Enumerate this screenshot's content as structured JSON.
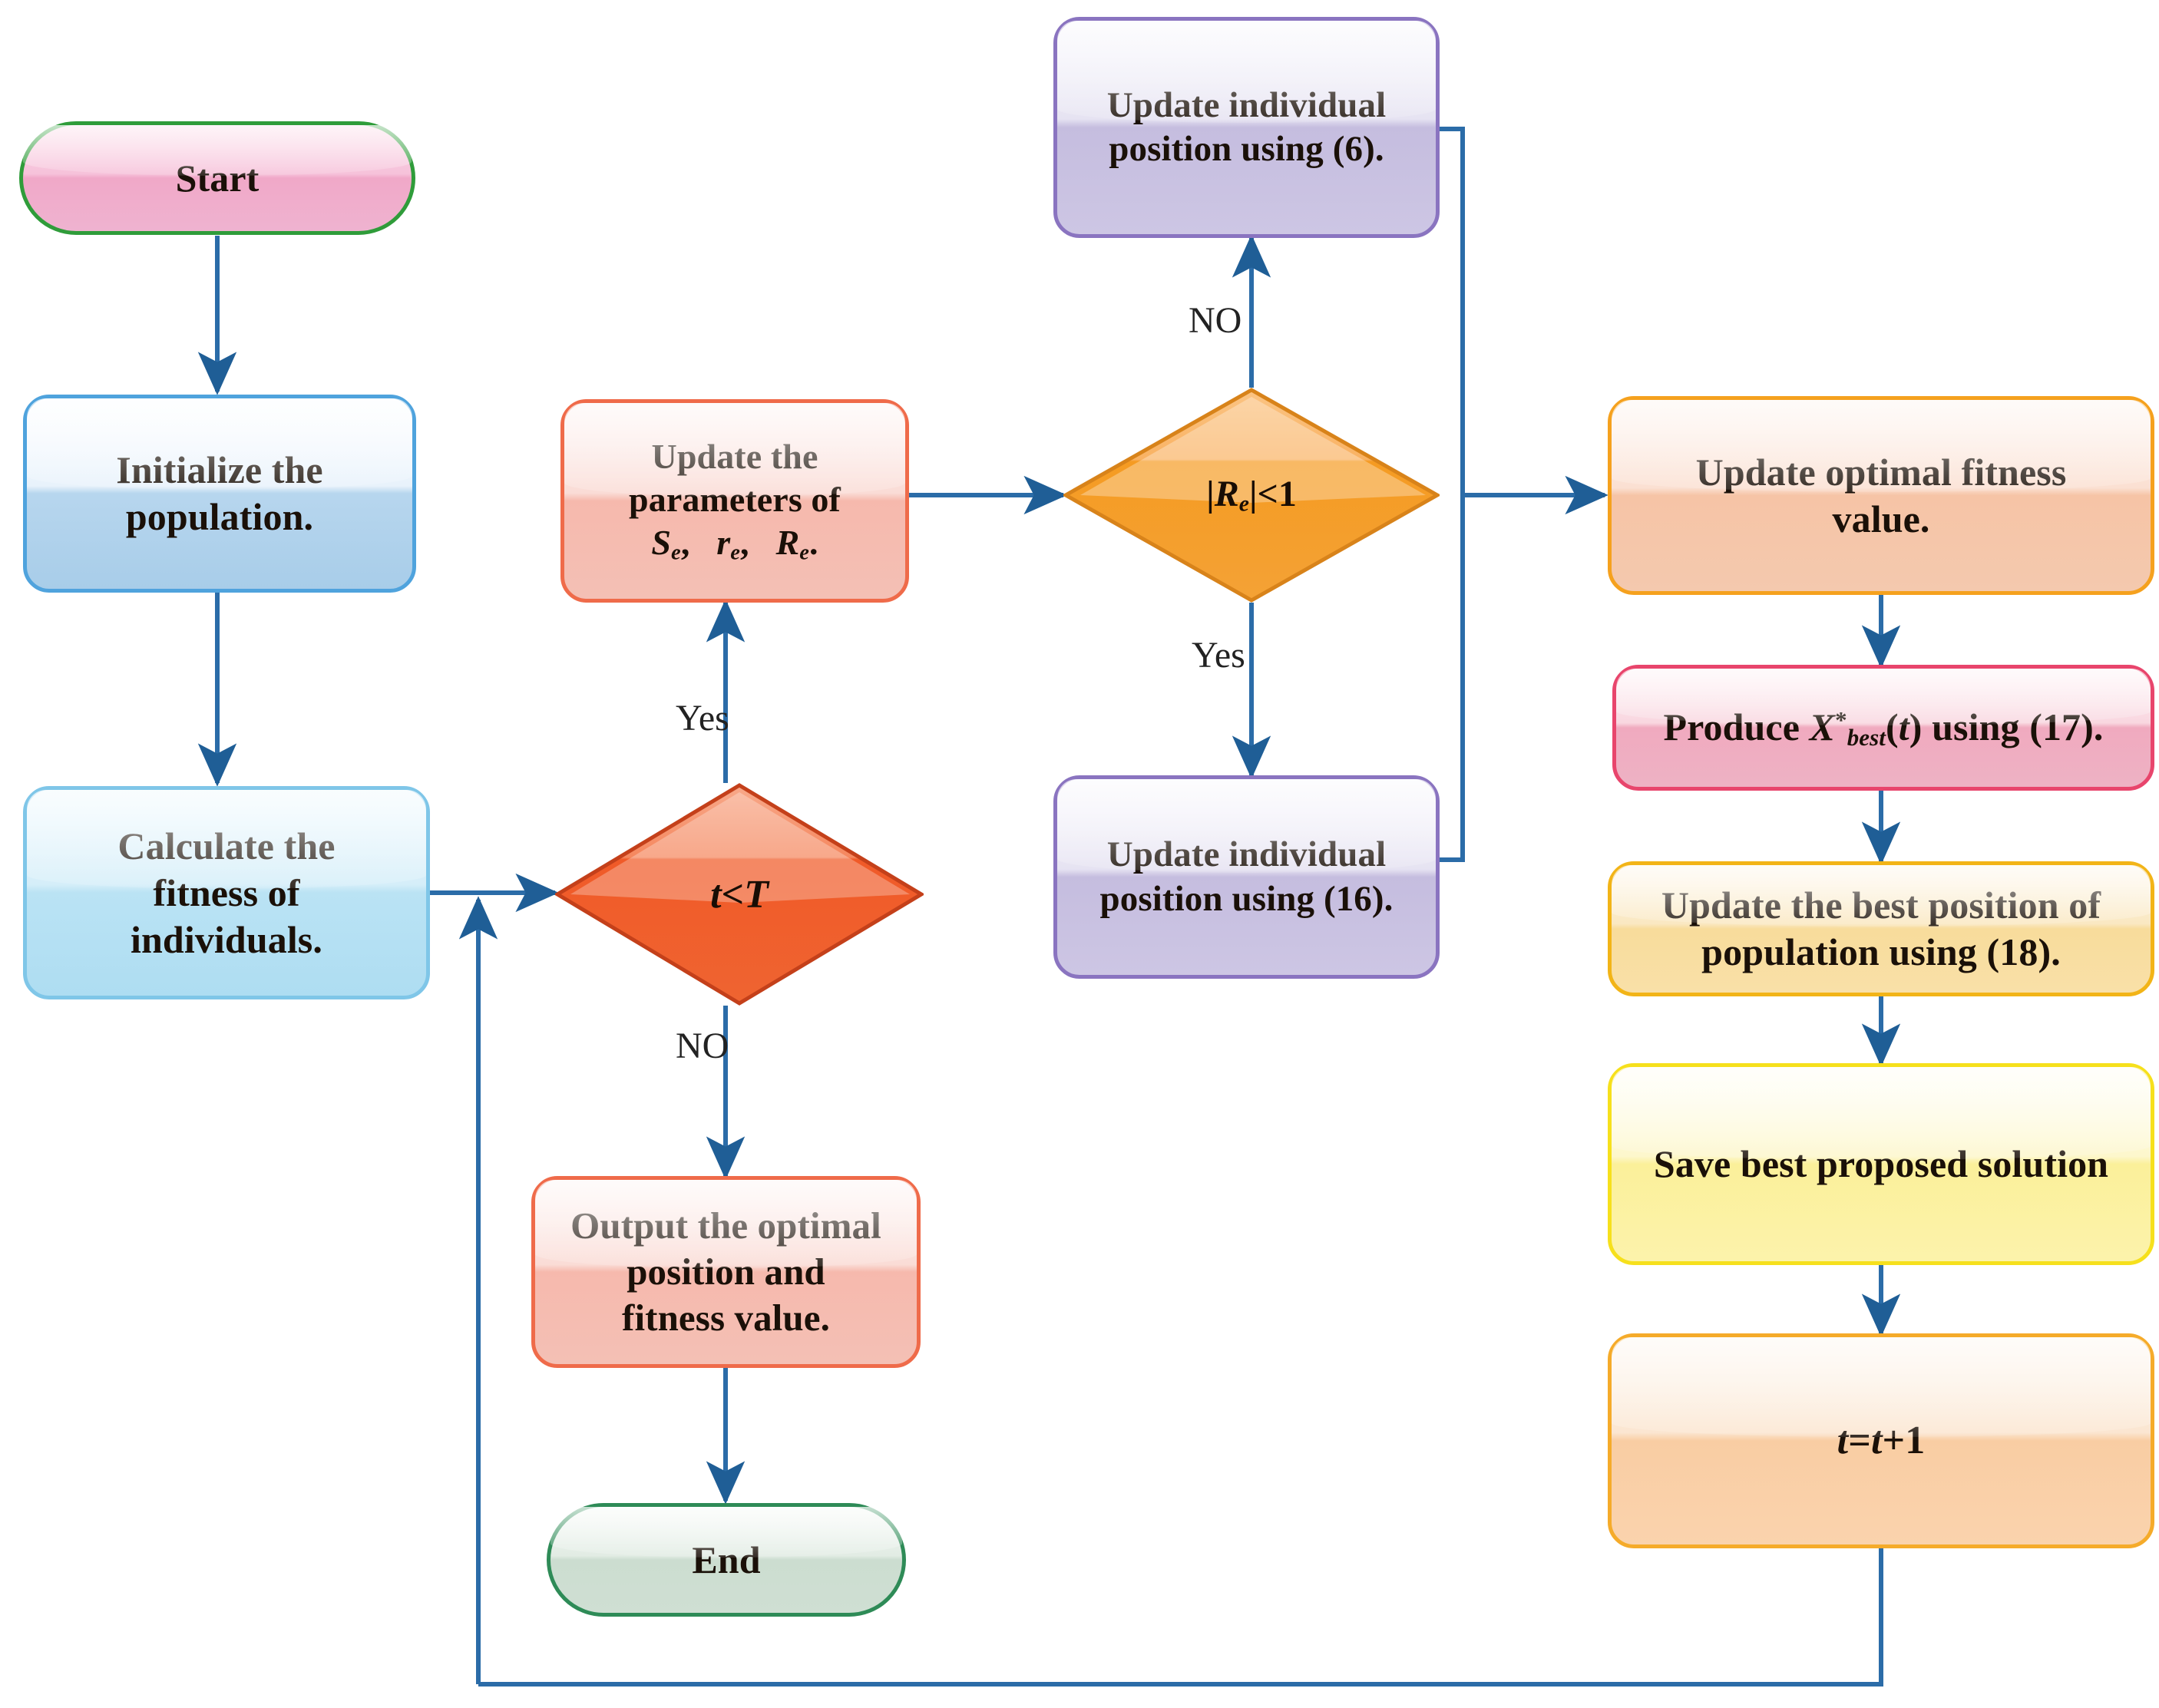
{
  "diagram": {
    "title": "Algorithm flowchart",
    "type": "flowchart",
    "line_color": "#2b6ca8",
    "arrow_color": "#1f5e96"
  },
  "nodes": {
    "start": {
      "label": "Start",
      "shape": "terminator",
      "color": "#f0a8c8",
      "border": "#2f9c3a"
    },
    "end": {
      "label": "End",
      "shape": "terminator",
      "color": "#ccddd0",
      "border": "#2e8b57"
    },
    "init_pop": {
      "line1": "Initialize the",
      "line2": "population.",
      "shape": "process",
      "color": "#b7d6ee",
      "border": "#4fa3dd"
    },
    "calc_fit": {
      "line1": "Calculate the",
      "line2": "fitness of",
      "line3": "individuals.",
      "shape": "process",
      "color": "#bae3f4",
      "border": "#7fc6e8"
    },
    "update_params": {
      "line1": "Update the",
      "line2": "parameters of",
      "shape": "process",
      "color": "#f6b9ad",
      "border": "#ef6b4a",
      "formula": {
        "s": "S",
        "s_sub": "e",
        "sep1": ",",
        "r": "r",
        "r_sub": "e",
        "sep2": ",",
        "R": "R",
        "R_sub": "e",
        "sep3": "."
      }
    },
    "upd_pos_6": {
      "line1": "Update individual",
      "line2": "position using (6).",
      "shape": "process",
      "color": "#c5bddf",
      "border": "#8a74c0"
    },
    "upd_pos_16": {
      "line1": "Update individual",
      "line2": "position using (16).",
      "shape": "process",
      "color": "#c5bddf",
      "border": "#8a74c0"
    },
    "upd_opt_fit": {
      "line1": "Update optimal fitness",
      "line2": "value.",
      "shape": "process",
      "color": "#f6c4a6",
      "border": "#f5a11e"
    },
    "produce_xbest": {
      "pre": "Produce ",
      "var": "X",
      "sup": "*",
      "sub": "best",
      "mid": "(",
      "arg": "t",
      "post": ") using (17).",
      "shape": "process",
      "color": "#f0aabf",
      "border": "#e8456c"
    },
    "upd_best_pos": {
      "line1": "Update the best position of",
      "line2": "population using (18).",
      "shape": "process",
      "color": "#f8dc9b",
      "border": "#f2b417"
    },
    "save_best": {
      "label": "Save best proposed solution",
      "shape": "process",
      "color": "#fbf09a",
      "border": "#f6e01c"
    },
    "increment_t": {
      "lhs": "t",
      "eq": "=",
      "rhs": "t",
      "plus": "+1",
      "shape": "process",
      "color": "#f9cda3",
      "border": "#f5ab2a"
    },
    "output_opt": {
      "line1": "Output the optimal",
      "line2": "position and",
      "line3": "fitness value.",
      "shape": "process",
      "color": "#f6b9ad",
      "border": "#ef6b4a"
    },
    "decision_re": {
      "abs_open": "|",
      "var": "R",
      "sub": "e",
      "abs_close": "|",
      "cmp": "<1",
      "shape": "decision",
      "color": "#f59b22",
      "border": "#d8831a"
    },
    "decision_t": {
      "lhs": "t",
      "cmp": "<",
      "rhs": "T",
      "shape": "decision",
      "color": "#f05a28",
      "border": "#c4401a"
    }
  },
  "edge_labels": {
    "re_no": "NO",
    "re_yes": "Yes",
    "t_yes": "Yes",
    "t_no": "NO"
  }
}
